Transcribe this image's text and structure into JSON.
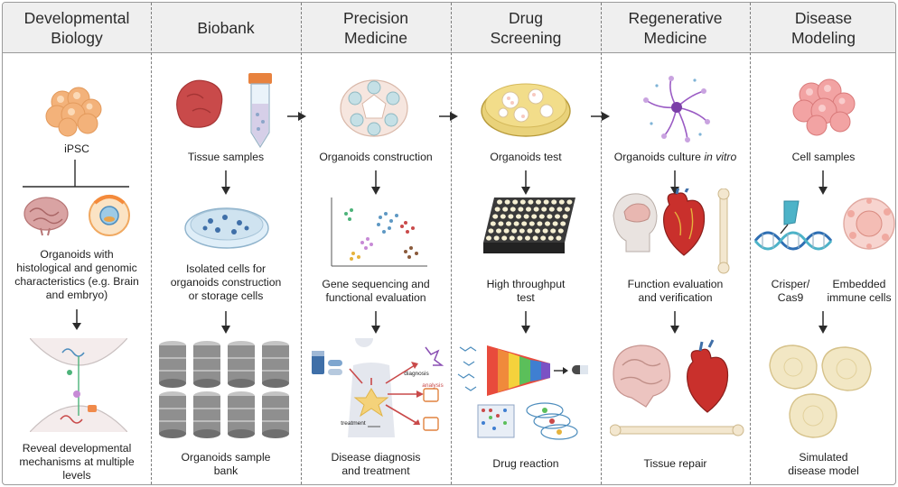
{
  "columns": [
    {
      "title": "Developmental\nBiology",
      "steps": [
        "iPSC",
        "Organoids with\nhistological and genomic\ncharacteristics (e.g. Brain\nand embryo)",
        "Reveal developmental\nmechanisms at multiple\nlevels"
      ]
    },
    {
      "title": "Biobank",
      "steps": [
        "Tissue samples",
        "Isolated cells for\norganoids construction\nor storage cells",
        "Organoids sample\nbank"
      ]
    },
    {
      "title": "Precision\nMedicine",
      "steps": [
        "Organoids construction",
        "Gene sequencing and\nfunctional evaluation",
        "Disease diagnosis\nand treatment"
      ],
      "annotations": [
        "diagnosis",
        "analysis",
        "treatment"
      ]
    },
    {
      "title": "Drug\nScreening",
      "steps": [
        "Organoids test",
        "High throughput\ntest",
        "Drug reaction"
      ]
    },
    {
      "title": "Regenerative\nMedicine",
      "steps": [
        "Organoids culture",
        "Function evaluation\nand verification",
        "Tissue repair"
      ],
      "step1_italic": "in vitro"
    },
    {
      "title": "Disease\nModeling",
      "steps": [
        "Cell samples",
        "Simulated\ndisease model"
      ],
      "sub_labels": [
        "Crisper/\nCas9",
        "Embedded\nimmune cells"
      ]
    }
  ],
  "colors": {
    "header_bg": "#efefef",
    "border": "#9a9a9a",
    "divider": "#7d7d7d",
    "arrow": "#2b2b2b",
    "organoid_orange": "#f3b27a",
    "tissue_red": "#c94a4a",
    "dish_blue": "#cfe3f0",
    "cylinder_gray": "#8f8f8f",
    "heart_red": "#c9302c",
    "dna_blue": "#2f6fb3"
  }
}
